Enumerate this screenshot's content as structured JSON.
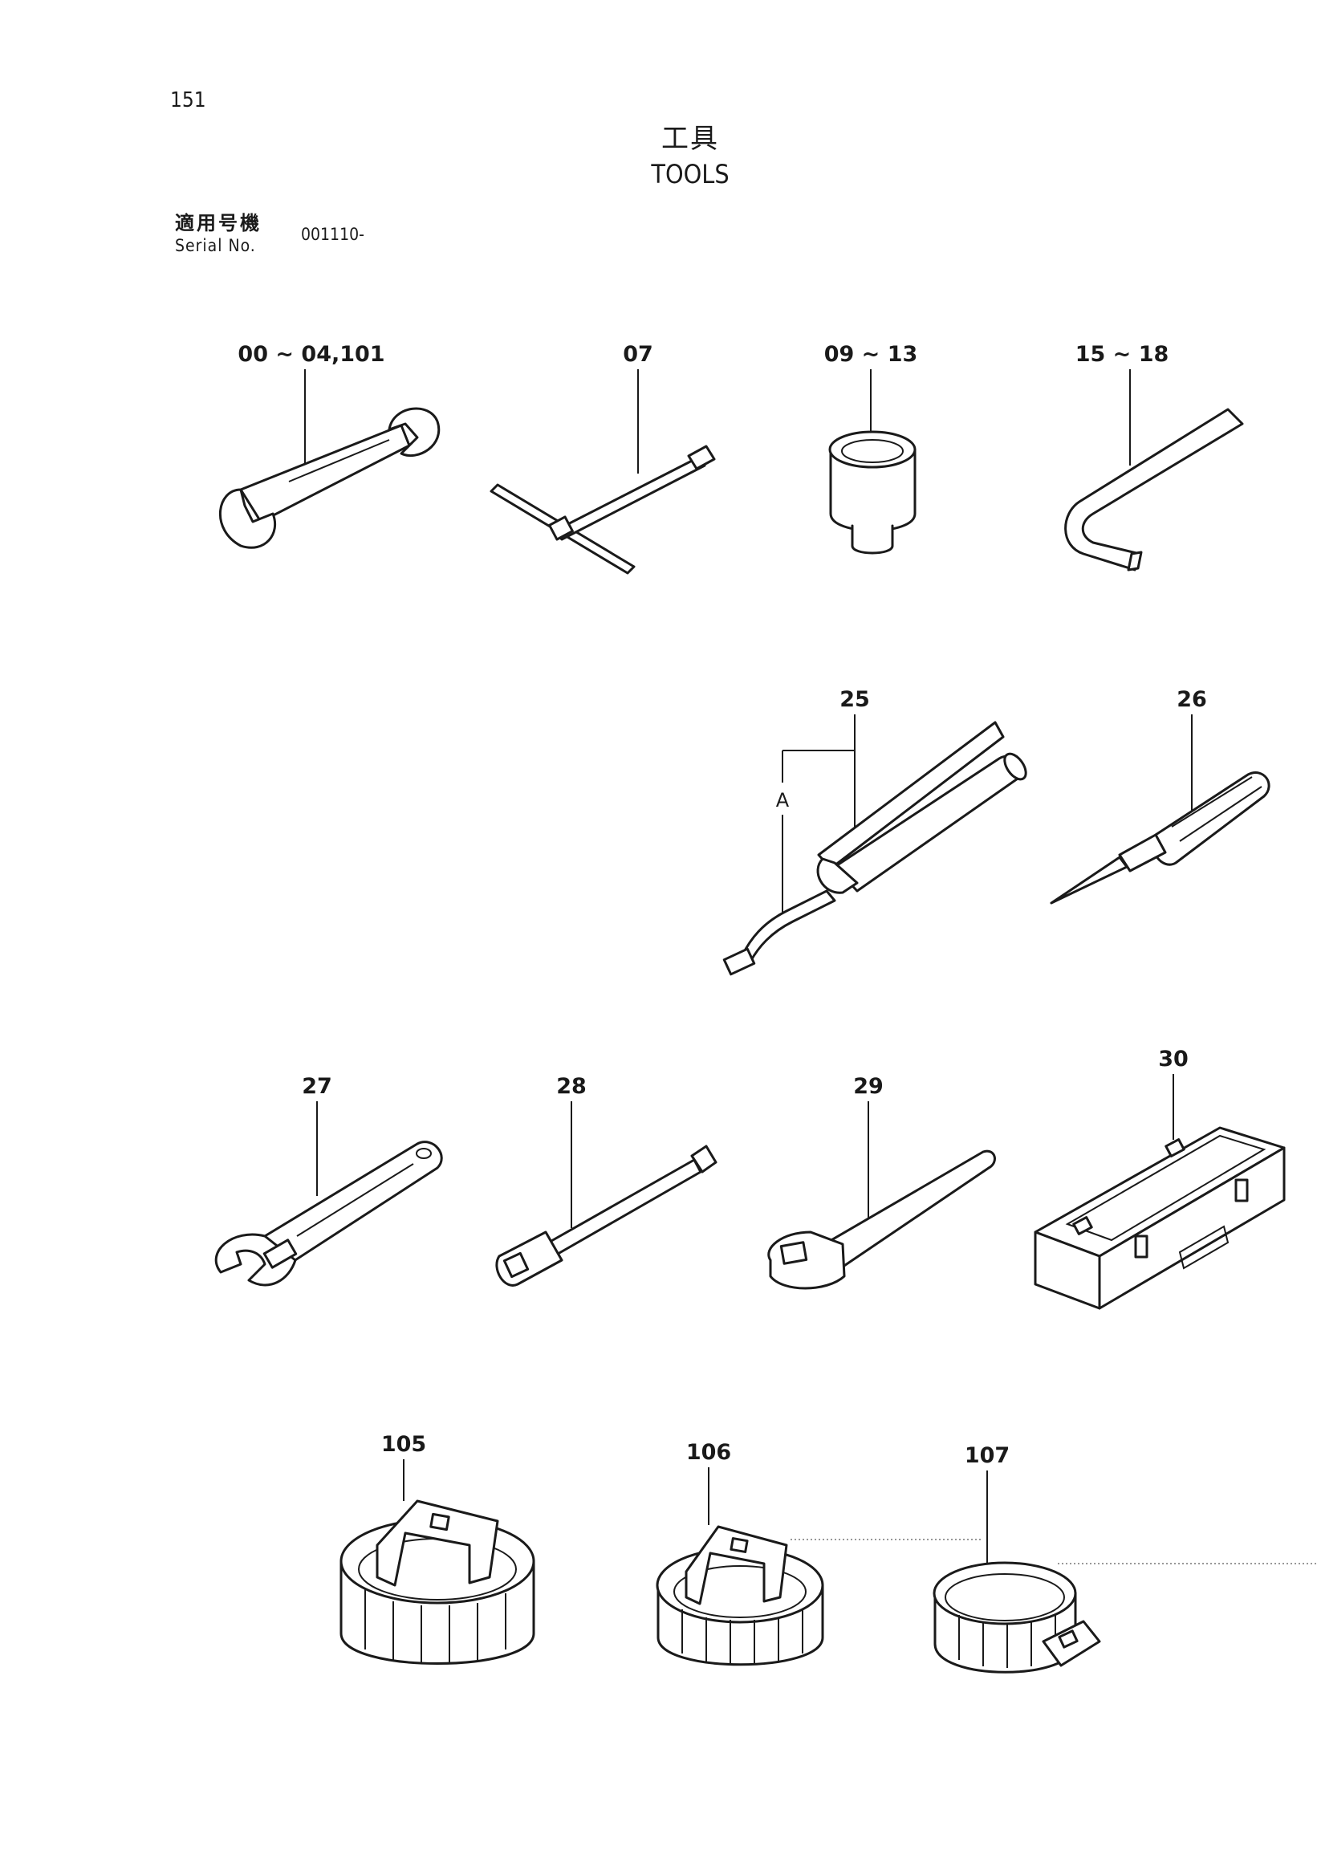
{
  "page_number": "151",
  "title": {
    "ja": "工具",
    "en": "TOOLS"
  },
  "serial": {
    "label_ja": "適用号機",
    "label_en": "Serial No.",
    "value": "001110-"
  },
  "callouts": {
    "wrench": "00 ~ 04,101",
    "t_wrench": "07",
    "socket": "09 ~ 13",
    "hex_key": "15 ~ 18",
    "grease_gun": "25",
    "grease_gun_sub": "A",
    "screwdriver": "26",
    "adjustable_wrench": "27",
    "extension_bar": "28",
    "ratchet_handle": "29",
    "tool_box": "30",
    "filter_wrench_large": "105",
    "filter_wrench_medium": "106",
    "filter_wrench_band": "107"
  }
}
